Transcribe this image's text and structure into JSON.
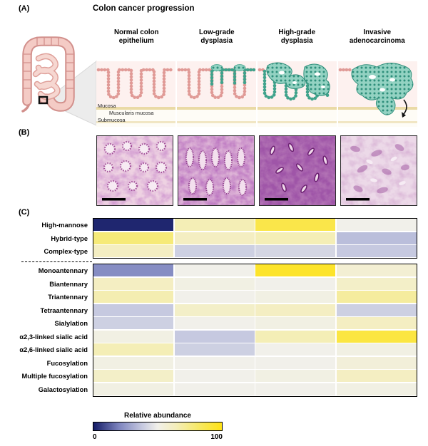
{
  "panels": {
    "a": "(A)",
    "b": "(B)",
    "c": "(C)"
  },
  "panel_a": {
    "title": "Colon cancer progression",
    "stages": [
      "Normal colon\nepithelium",
      "Low-grade\ndysplasia",
      "High-grade\ndysplasia",
      "Invasive\nadenocarcinoma"
    ],
    "tissue_labels": {
      "mucosa": "Mucosa",
      "muscularis_mucosa": "Muscularis mucosa",
      "submucosa": "Submucosa"
    }
  },
  "chart_data": {
    "type": "heatmap",
    "columns": [
      "Normal colon epithelium",
      "Low-grade dysplasia",
      "High-grade dysplasia",
      "Invasive adenocarcinoma"
    ],
    "row_groups": [
      {
        "name": "glycan-classes",
        "rows": [
          {
            "label": "High-mannose",
            "values": [
              2,
              65,
              88,
              50
            ]
          },
          {
            "label": "Hybrid-type",
            "values": [
              78,
              62,
              65,
              35
            ]
          },
          {
            "label": "Complex-type",
            "values": [
              62,
              40,
              42,
              38
            ]
          }
        ]
      },
      {
        "name": "glycan-features",
        "rows": [
          {
            "label": "Monoantennary",
            "values": [
              22,
              50,
              95,
              57
            ]
          },
          {
            "label": "Biantennary",
            "values": [
              62,
              52,
              50,
              60
            ]
          },
          {
            "label": "Triantennary",
            "values": [
              66,
              50,
              52,
              70
            ]
          },
          {
            "label": "Tetraantennary",
            "values": [
              38,
              60,
              62,
              40
            ]
          },
          {
            "label": "Sialylation",
            "values": [
              40,
              50,
              52,
              62
            ]
          },
          {
            "label": "α2,3-linked sialic acid",
            "values": [
              52,
              38,
              65,
              90
            ]
          },
          {
            "label": "α2,6-linked sialic acid",
            "values": [
              65,
              40,
              50,
              52
            ]
          },
          {
            "label": "Fucosylation",
            "values": [
              52,
              50,
              50,
              55
            ]
          },
          {
            "label": "Multiple fucosylation",
            "values": [
              60,
              50,
              52,
              62
            ]
          },
          {
            "label": "Galactosylation",
            "values": [
              52,
              50,
              50,
              52
            ]
          }
        ]
      }
    ],
    "legend": {
      "title": "Relative abundance",
      "min_label": "0",
      "max_label": "100"
    },
    "scale": {
      "min": 0,
      "max": 100,
      "colormap_stops": [
        {
          "value": 0,
          "color": "#141b66"
        },
        {
          "value": 20,
          "color": "#7e85bf"
        },
        {
          "value": 38,
          "color": "#c6c9e0"
        },
        {
          "value": 50,
          "color": "#f1f0ea"
        },
        {
          "value": 64,
          "color": "#f4eebb"
        },
        {
          "value": 80,
          "color": "#f6e96e"
        },
        {
          "value": 100,
          "color": "#ffe215"
        }
      ]
    }
  }
}
